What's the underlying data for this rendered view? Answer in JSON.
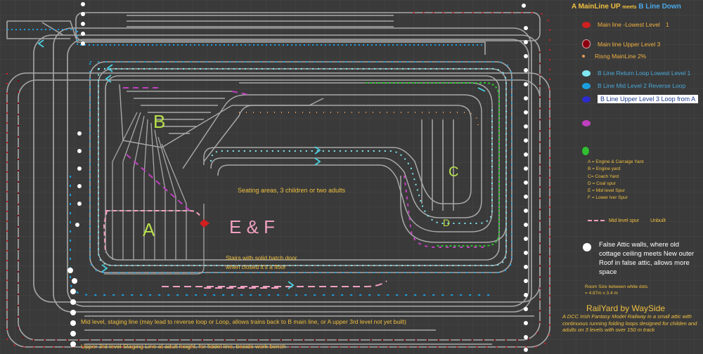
{
  "title": {
    "part1": "A MainLine UP",
    "part2": "meets",
    "part3": "B Line Down"
  },
  "colors": {
    "background": "#3a3a3a",
    "grid": "#4a4a4a",
    "track": "#a8a8a8",
    "mainline_lowest": "#d02020",
    "mainline_upper": "#8a0010",
    "rising": "#e89a5a",
    "bline_return": "#7fe8f0",
    "bline_mid": "#1aa0e0",
    "bline_upper": "#2b2bd0",
    "magenta": "#c040c0",
    "green": "#30c030",
    "pink": "#f0a0c0",
    "label_yellow": "#f0c040",
    "letter_green": "#b8e04a"
  },
  "legend": [
    {
      "label": "Main line -Lowest Level",
      "suffix": "1",
      "color_key": "mainline_lowest",
      "text_color": "#f0b040"
    },
    {
      "label": "Main line Upper Level 3",
      "suffix": "",
      "color_key": "mainline_upper",
      "text_color": "#f0b040"
    },
    {
      "label": "Risng MainLine 2%",
      "suffix": "",
      "color_key": "rising",
      "text_color": "#f0b040"
    },
    {
      "label": "B Line Return Loop Lowest Level 1",
      "suffix": "",
      "color_key": "bline_return",
      "text_color": "#4aa8d8"
    },
    {
      "label": "B Line Mid Level 2 Reverse Loop",
      "suffix": "",
      "color_key": "bline_mid",
      "text_color": "#4aa8d8"
    },
    {
      "label": "B Line Upper Level 3 Loop from A",
      "suffix": "",
      "color_key": "bline_upper",
      "text_color": "#1a3a8a"
    },
    {
      "label": "",
      "suffix": "",
      "color_key": "magenta",
      "text_color": "#f0b040"
    },
    {
      "label": "",
      "suffix": "",
      "color_key": "green",
      "text_color": "#f0b040"
    }
  ],
  "yard_key": [
    "A = Engine & Carraige Yard",
    "B = Engine yard",
    "C= Coach Yard",
    "D = Coal spur",
    "E = Mid level Spur",
    "F = Lower lver Spur"
  ],
  "mid_spur": {
    "label": "Mid level spur",
    "note": "Unbuilt"
  },
  "false_attic": "False Attic walls, where old cottage ceiling meets New outer Roof in false attic, allows more space",
  "room_size": {
    "line1": "Room Size between white dots",
    "line2": "= 4.87m x 3.4 m"
  },
  "railyard_title": "RailYard by WaySide",
  "railyard_desc": "A DCC Irish Fantasy Model Railway in a small attic with continuous running folding loops designed for childen and adults on 3 levels with over 150 m track",
  "letters": {
    "a": "A",
    "b": "B",
    "c": "C",
    "d": "D",
    "ef": "E & F"
  },
  "seating": "Seating areas, 3 children or two adults",
  "stairs": {
    "line1": "Stairs with solid hatch door",
    "line2": "when closed it's a floor"
  },
  "mid_level_staging": "Mid level, staging line (may lead to reverse loop or Loop, allows trains back to B main line, or A upper 3rd level not yet built)",
  "upper_staging": "Upper 3rd level Staging Line at adult height, for fiddel line, beside work bench"
}
